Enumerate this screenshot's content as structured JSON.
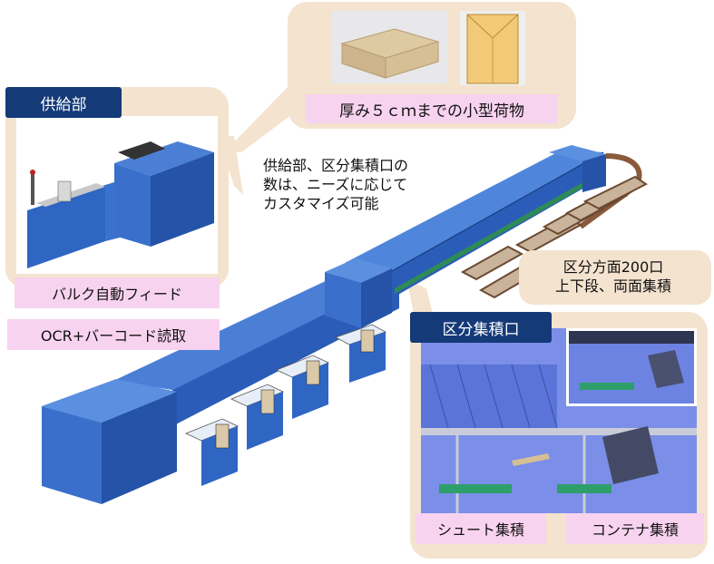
{
  "photos_callout": {
    "caption": "厚み５ｃｍまでの小型荷物",
    "items": [
      "cardboard-box",
      "kraft-envelope"
    ]
  },
  "feeder_callout": {
    "title": "供給部",
    "feature_1": "バルク自動フィード",
    "feature_2": "OCR+バーコード読取"
  },
  "custom_note": {
    "line_1": "供給部、区分集積口の",
    "line_2": "数は、ニーズに応じて",
    "line_3": "カスタマイズ可能"
  },
  "destinations_note": {
    "line_1": "区分方面200口",
    "line_2": "上下段、両面集積"
  },
  "outlet_callout": {
    "title": "区分集積口",
    "chute_label": "シュート集積",
    "container_label": "コンテナ集積"
  },
  "colors": {
    "machine_blue": "#2f66c4",
    "navy_label": "#143a78",
    "callout_bg": "#f3e3cf",
    "label_pink": "#f8d3f0"
  }
}
